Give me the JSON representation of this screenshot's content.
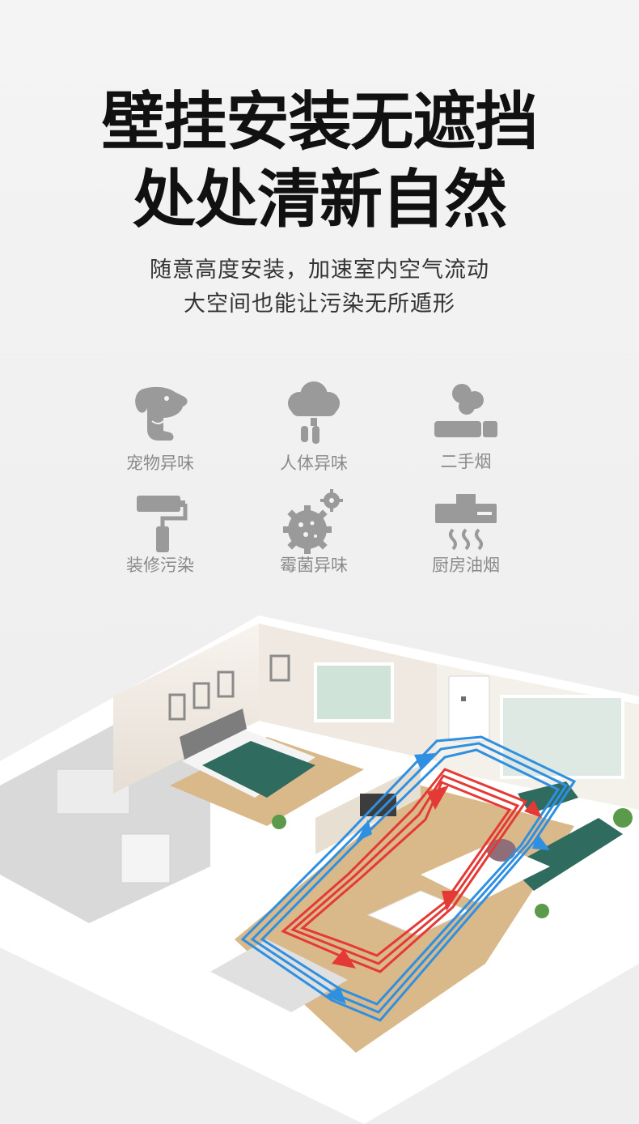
{
  "headline": {
    "line1": "壁挂安装无遮挡",
    "line2": "处处清新自然"
  },
  "subtitle": {
    "line1": "随意高度安装，加速室内空气流动",
    "line2": "大空间也能让污染无所遁形"
  },
  "pollutants": [
    {
      "label": "宠物异味",
      "icon": "dog-icon"
    },
    {
      "label": "人体异味",
      "icon": "cloud-person-icon"
    },
    {
      "label": "二手烟",
      "icon": "cigarette-icon"
    },
    {
      "label": "装修污染",
      "icon": "paint-roller-icon"
    },
    {
      "label": "霉菌异味",
      "icon": "mold-gear-icon"
    },
    {
      "label": "厨房油烟",
      "icon": "range-hood-icon"
    }
  ],
  "colors": {
    "icon_gray": "#9a9a9a",
    "label_gray": "#8a8a8a",
    "airflow_red": "#e53935",
    "airflow_blue": "#2f8fe0",
    "sofa_green": "#2f6b5e",
    "floor_wood": "#d9b98a"
  }
}
